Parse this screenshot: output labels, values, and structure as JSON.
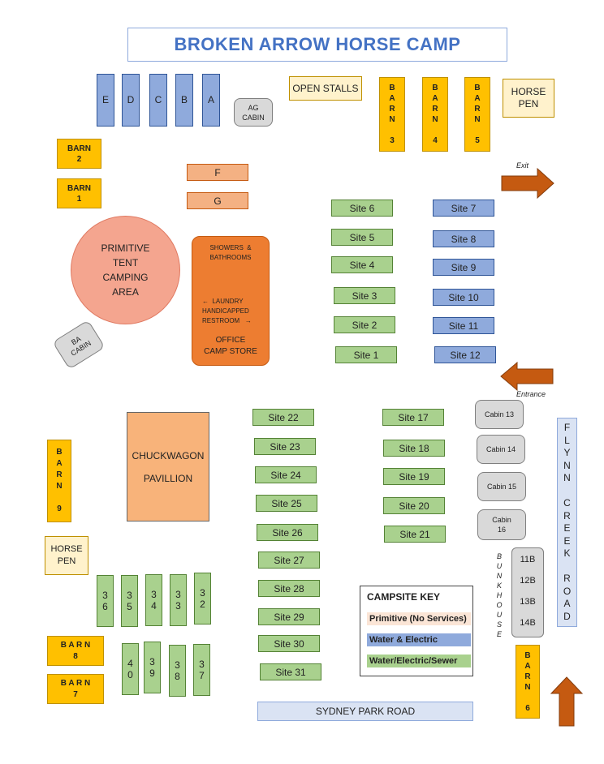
{
  "title": "BROKEN ARROW HORSE CAMP",
  "stalls_abcde": [
    "E",
    "D",
    "C",
    "B",
    "A"
  ],
  "ag_cabin": "AG\nCABIN",
  "open_stalls": "OPEN STALLS",
  "barns_top": [
    "B\nA\nR\nN\n\n3",
    "B\nA\nR\nN\n\n4",
    "B\nA\nR\nN\n\n5"
  ],
  "horse_pen_top": "HORSE\nPEN",
  "barn2": "BARN\n2",
  "barn1": "BARN\n1",
  "stall_f": "F",
  "stall_g": "G",
  "exit_label": "Exit",
  "entrance_label": "Entrance",
  "primitive_area": "PRIMITIVE\nTENT\nCAMPING\nAREA",
  "ba_cabin": "BA\nCABIN",
  "showers_block": {
    "showers": "SHOWERS  &\nBATHROOMS",
    "laundry": "←  LAUNDRY\nHANDICAPPED\nRESTROOM   →",
    "office": "OFFICE\nCAMP STORE"
  },
  "sites_col1": [
    "Site 6",
    "Site 5",
    "Site 4",
    "Site 3",
    "Site 2",
    "Site 1"
  ],
  "sites_col2": [
    "Site 7",
    "Site 8",
    "Site 9",
    "Site 10",
    "Site 11",
    "Site 12"
  ],
  "sites_col3": [
    "Site 22",
    "Site 23",
    "Site 24",
    "Site 25",
    "Site 26",
    "Site 27",
    "Site 28",
    "Site 29",
    "Site 30",
    "Site 31"
  ],
  "sites_col4": [
    "Site 17",
    "Site 18",
    "Site 19",
    "Site 20",
    "Site 21"
  ],
  "cabins": [
    "Cabin 13",
    "Cabin 14",
    "Cabin 15",
    "Cabin\n16"
  ],
  "bunkhouse_label": "B\nU\nN\nK\nH\nO\nU\nS\nE",
  "bunkhouse_units": [
    "11B",
    "12B",
    "13B",
    "14B"
  ],
  "flynn_road": "F\nL\nY\nN\nN\n\nC\nR\nE\nE\nK\n\nR\nO\nA\nD",
  "chuckwagon": "CHUCKWAGON\n\nPAVILLION",
  "barn9": "B\nA\nR\nN\n\n9",
  "horse_pen_bottom": "HORSE\nPEN",
  "sites_row_top": [
    "3\n6",
    "3\n5",
    "3\n4",
    "3\n3",
    "3\n2"
  ],
  "sites_row_bottom": [
    "4\n0",
    "3\n9",
    "3\n8",
    "3\n7"
  ],
  "barn8": "B A R N\n8",
  "barn7": "B A R N\n7",
  "barn6": "B\nA\nR\nN\n\n6",
  "key": {
    "title": "CAMPSITE KEY",
    "primitive": "Primitive (No Services)",
    "water_electric": "Water & Electric",
    "water_electric_sewer": "Water/Electric/Sewer"
  },
  "sydney_road": "SYDNEY PARK ROAD",
  "colors": {
    "green": "#a9d18e",
    "blue": "#8faadc",
    "salmon": "#f4b183",
    "gold": "#ffc000",
    "orange": "#ed7d31",
    "arrow": "#c55a11"
  }
}
